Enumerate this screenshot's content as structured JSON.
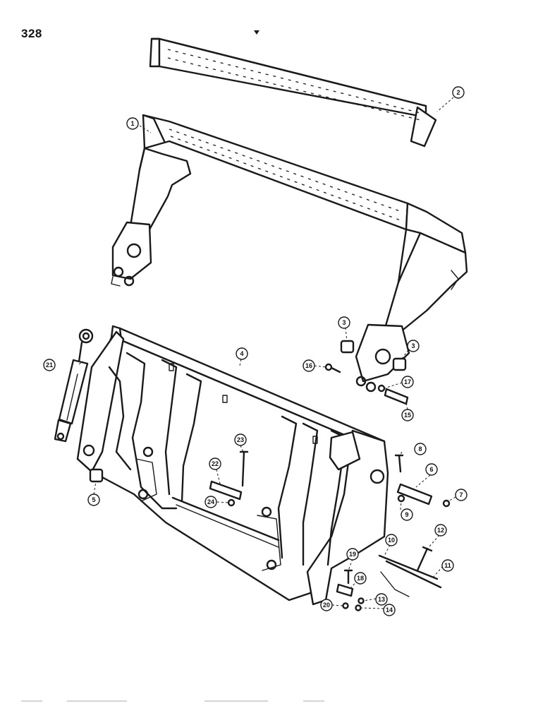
{
  "page_number": "328",
  "callouts": [
    {
      "id": "1",
      "label": "1"
    },
    {
      "id": "2",
      "label": "2"
    },
    {
      "id": "3a",
      "label": "3"
    },
    {
      "id": "3b",
      "label": "3"
    },
    {
      "id": "4",
      "label": "4"
    },
    {
      "id": "5",
      "label": "5"
    },
    {
      "id": "6",
      "label": "6"
    },
    {
      "id": "7",
      "label": "7"
    },
    {
      "id": "8",
      "label": "8"
    },
    {
      "id": "9",
      "label": "9"
    },
    {
      "id": "10",
      "label": "10"
    },
    {
      "id": "11",
      "label": "11"
    },
    {
      "id": "12",
      "label": "12"
    },
    {
      "id": "13",
      "label": "13"
    },
    {
      "id": "14",
      "label": "14"
    },
    {
      "id": "15",
      "label": "15"
    },
    {
      "id": "16",
      "label": "16"
    },
    {
      "id": "17",
      "label": "17"
    },
    {
      "id": "18",
      "label": "18"
    },
    {
      "id": "19",
      "label": "19"
    },
    {
      "id": "20",
      "label": "20"
    },
    {
      "id": "21",
      "label": "21"
    },
    {
      "id": "22",
      "label": "22"
    },
    {
      "id": "23",
      "label": "23"
    },
    {
      "id": "24",
      "label": "24"
    }
  ]
}
